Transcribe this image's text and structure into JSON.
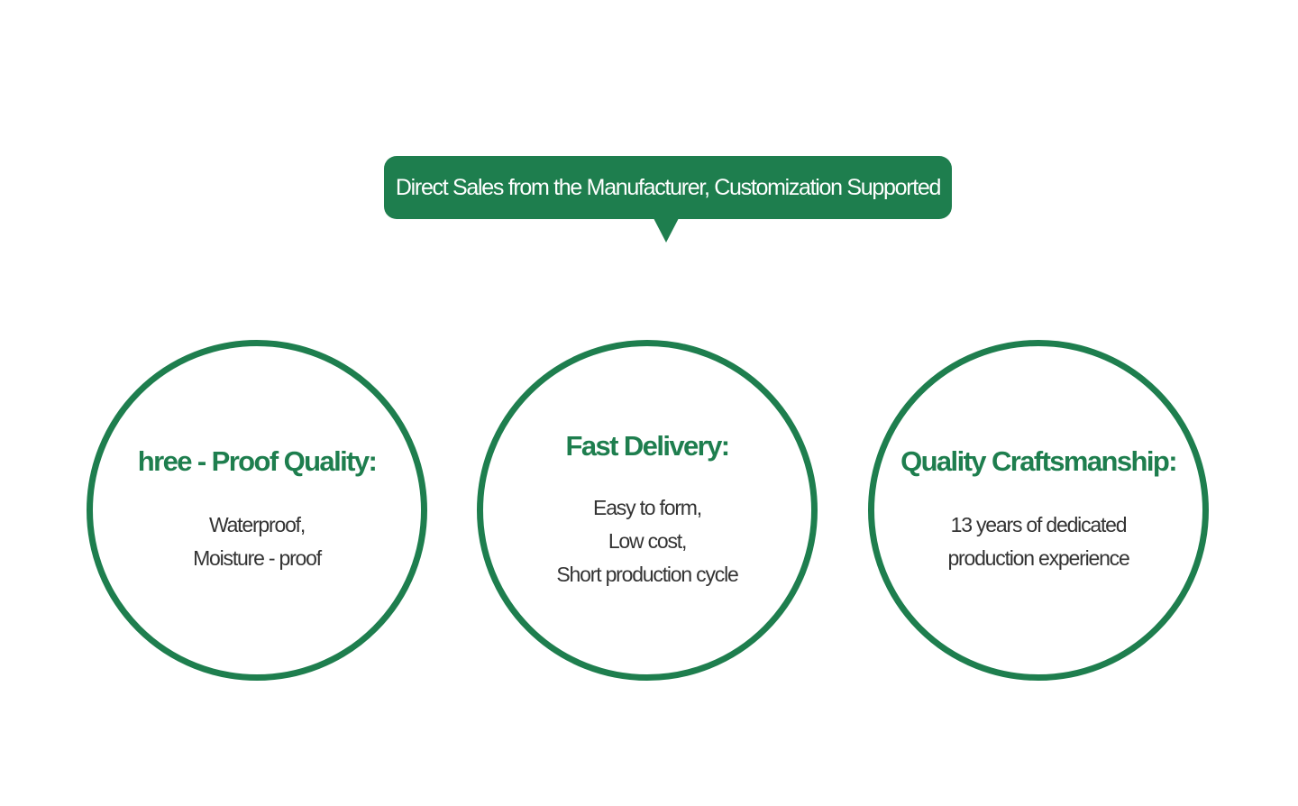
{
  "banner": {
    "text": "Direct Sales from the Manufacturer, Customization Supported",
    "color": "#1e7e4e"
  },
  "features": [
    {
      "title": "hree - Proof Quality:",
      "lines": [
        "Waterproof,",
        "Moisture - proof"
      ]
    },
    {
      "title": "Fast Delivery:",
      "lines": [
        "Easy to form,",
        "Low cost,",
        "Short production cycle"
      ]
    },
    {
      "title": "Quality Craftsmanship:",
      "lines": [
        "13 years of dedicated",
        "production experience"
      ]
    }
  ]
}
